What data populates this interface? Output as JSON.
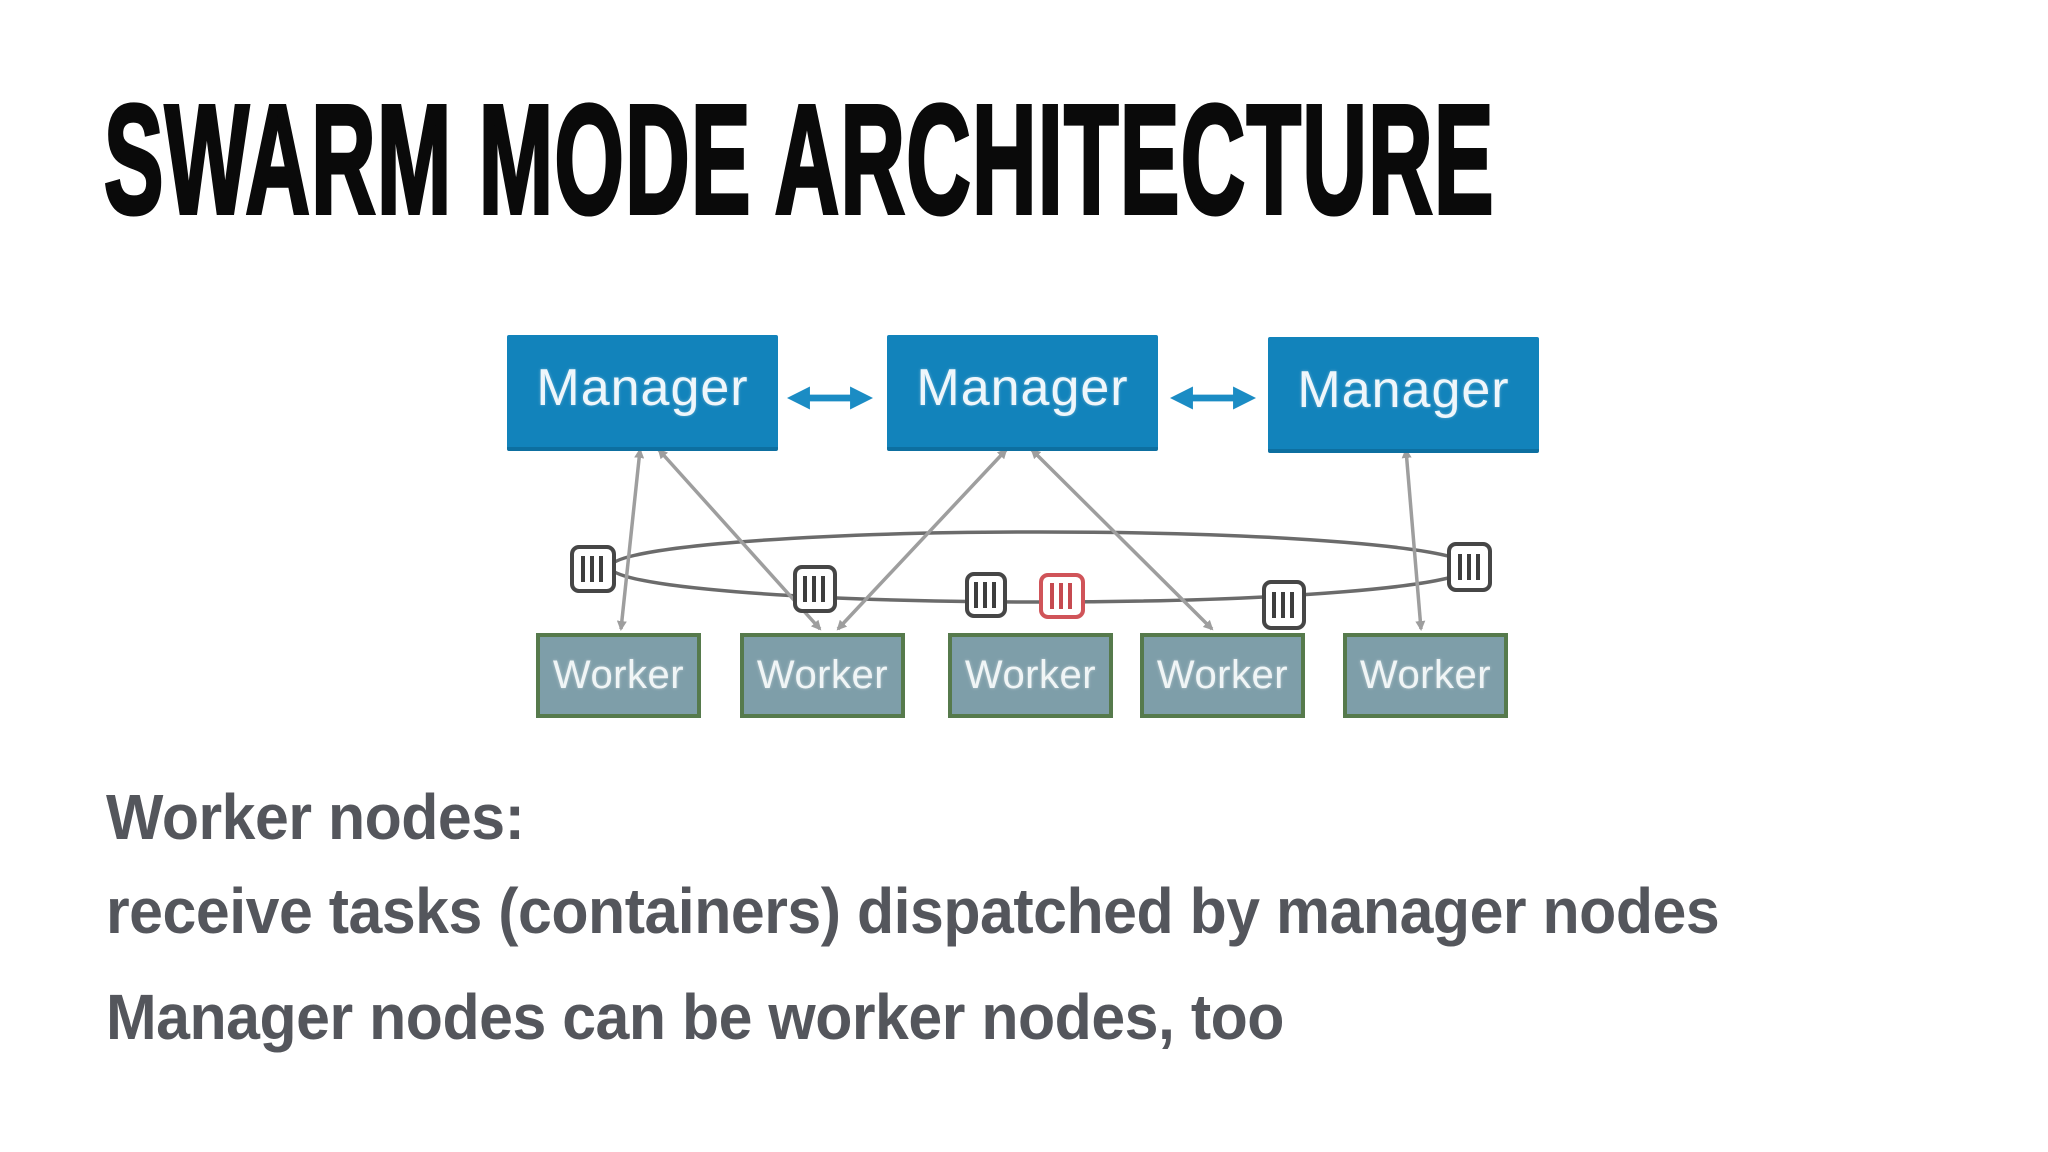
{
  "slide": {
    "title": "SWARM MODE ARCHITECTURE",
    "body": {
      "heading": "Worker nodes:",
      "line2": "receive tasks (containers) dispatched by manager nodes",
      "line3": "Manager nodes can be worker nodes, too"
    }
  },
  "diagram": {
    "managers": [
      {
        "label": "Manager"
      },
      {
        "label": "Manager"
      },
      {
        "label": "Manager"
      }
    ],
    "workers": [
      {
        "label": "Worker"
      },
      {
        "label": "Worker"
      },
      {
        "label": "Worker"
      },
      {
        "label": "Worker"
      },
      {
        "label": "Worker"
      }
    ],
    "containers": [
      {
        "icon": "container-icon",
        "state": "normal"
      },
      {
        "icon": "container-icon",
        "state": "normal"
      },
      {
        "icon": "container-icon",
        "state": "normal"
      },
      {
        "icon": "container-icon",
        "state": "failed"
      },
      {
        "icon": "container-icon",
        "state": "normal"
      },
      {
        "icon": "container-icon",
        "state": "normal"
      }
    ]
  },
  "colors": {
    "manager_fill": "#1283bb",
    "manager_edge": "#0d6fa0",
    "sync_arrow_blue": "#1b8cc4",
    "worker_fill": "#7e9ea9",
    "worker_border": "#567a4c",
    "link_gray": "#9e9e9e",
    "ring_gray": "#6b6b6b",
    "container_border": "#464646",
    "container_failed": "#d05459",
    "title_text": "#0a0a0a",
    "body_text": "#54565c"
  }
}
